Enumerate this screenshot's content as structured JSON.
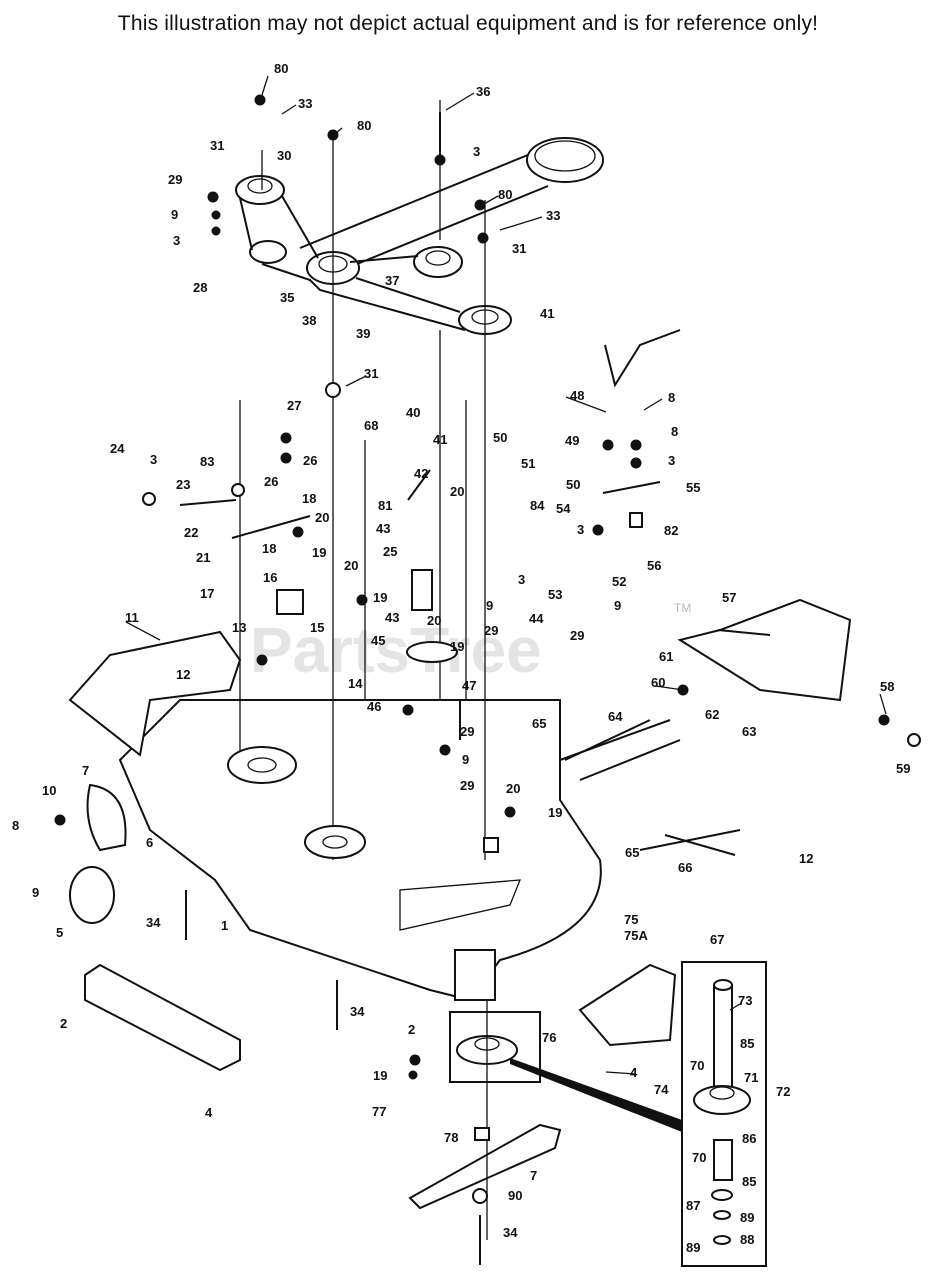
{
  "banner": "This illustration may not depict actual equipment and is for reference only!",
  "watermark": "PartsTree",
  "watermark_tm": "TM",
  "callouts": [
    {
      "id": "c80a",
      "text": "80"
    },
    {
      "id": "c33a",
      "text": "33"
    },
    {
      "id": "c31a",
      "text": "31"
    },
    {
      "id": "c30",
      "text": "30"
    },
    {
      "id": "c80b",
      "text": "80"
    },
    {
      "id": "c36",
      "text": "36"
    },
    {
      "id": "c3a",
      "text": "3"
    },
    {
      "id": "c80c",
      "text": "80"
    },
    {
      "id": "c33b",
      "text": "33"
    },
    {
      "id": "c29a",
      "text": "29"
    },
    {
      "id": "c9a",
      "text": "9"
    },
    {
      "id": "c3b",
      "text": "3"
    },
    {
      "id": "c28",
      "text": "28"
    },
    {
      "id": "c35",
      "text": "35"
    },
    {
      "id": "c38",
      "text": "38"
    },
    {
      "id": "c39",
      "text": "39"
    },
    {
      "id": "c37",
      "text": "37"
    },
    {
      "id": "c31b",
      "text": "31"
    },
    {
      "id": "c41a",
      "text": "41"
    },
    {
      "id": "c31c",
      "text": "31"
    },
    {
      "id": "c68",
      "text": "68"
    },
    {
      "id": "c48",
      "text": "48"
    },
    {
      "id": "c8a",
      "text": "8"
    },
    {
      "id": "c27",
      "text": "27"
    },
    {
      "id": "c40",
      "text": "40"
    },
    {
      "id": "c49",
      "text": "49"
    },
    {
      "id": "c8b",
      "text": "8"
    },
    {
      "id": "c41b",
      "text": "41"
    },
    {
      "id": "c50a",
      "text": "50"
    },
    {
      "id": "c26a",
      "text": "26"
    },
    {
      "id": "c24",
      "text": "24"
    },
    {
      "id": "c3c",
      "text": "3"
    },
    {
      "id": "c83",
      "text": "83"
    },
    {
      "id": "c42",
      "text": "42"
    },
    {
      "id": "c51",
      "text": "51"
    },
    {
      "id": "c3d",
      "text": "3"
    },
    {
      "id": "c23",
      "text": "23"
    },
    {
      "id": "c26b",
      "text": "26"
    },
    {
      "id": "c18a",
      "text": "18"
    },
    {
      "id": "c20a",
      "text": "20"
    },
    {
      "id": "c50b",
      "text": "50"
    },
    {
      "id": "c55",
      "text": "55"
    },
    {
      "id": "c81",
      "text": "81"
    },
    {
      "id": "c84",
      "text": "84"
    },
    {
      "id": "c54",
      "text": "54"
    },
    {
      "id": "c22",
      "text": "22"
    },
    {
      "id": "c20b",
      "text": "20"
    },
    {
      "id": "c3e",
      "text": "3"
    },
    {
      "id": "c82",
      "text": "82"
    },
    {
      "id": "c21",
      "text": "21"
    },
    {
      "id": "c18b",
      "text": "18"
    },
    {
      "id": "c19a",
      "text": "19"
    },
    {
      "id": "c43a",
      "text": "43"
    },
    {
      "id": "c25",
      "text": "25"
    },
    {
      "id": "c56",
      "text": "56"
    },
    {
      "id": "c16",
      "text": "16"
    },
    {
      "id": "c20c",
      "text": "20"
    },
    {
      "id": "c3f",
      "text": "3"
    },
    {
      "id": "c52",
      "text": "52"
    },
    {
      "id": "c17",
      "text": "17"
    },
    {
      "id": "c19b",
      "text": "19"
    },
    {
      "id": "c53",
      "text": "53"
    },
    {
      "id": "c57",
      "text": "57"
    },
    {
      "id": "c9b",
      "text": "9"
    },
    {
      "id": "c9c",
      "text": "9"
    },
    {
      "id": "c20d",
      "text": "20"
    },
    {
      "id": "c43b",
      "text": "43"
    },
    {
      "id": "c44",
      "text": "44"
    },
    {
      "id": "c29b",
      "text": "29"
    },
    {
      "id": "c29c",
      "text": "29"
    },
    {
      "id": "c11",
      "text": "11"
    },
    {
      "id": "c13",
      "text": "13"
    },
    {
      "id": "c15",
      "text": "15"
    },
    {
      "id": "c45",
      "text": "45"
    },
    {
      "id": "c19c",
      "text": "19"
    },
    {
      "id": "c61",
      "text": "61"
    },
    {
      "id": "c60",
      "text": "60"
    },
    {
      "id": "c62",
      "text": "62"
    },
    {
      "id": "c12a",
      "text": "12"
    },
    {
      "id": "c14",
      "text": "14"
    },
    {
      "id": "c47",
      "text": "47"
    },
    {
      "id": "c58",
      "text": "58"
    },
    {
      "id": "c46",
      "text": "46"
    },
    {
      "id": "c65a",
      "text": "65"
    },
    {
      "id": "c64",
      "text": "64"
    },
    {
      "id": "c63",
      "text": "63"
    },
    {
      "id": "c29d",
      "text": "29"
    },
    {
      "id": "c59",
      "text": "59"
    },
    {
      "id": "c9d",
      "text": "9"
    },
    {
      "id": "c29e",
      "text": "29"
    },
    {
      "id": "c7a",
      "text": "7"
    },
    {
      "id": "c10",
      "text": "10"
    },
    {
      "id": "c20e",
      "text": "20"
    },
    {
      "id": "c19d",
      "text": "19"
    },
    {
      "id": "c8c",
      "text": "8"
    },
    {
      "id": "c6",
      "text": "6"
    },
    {
      "id": "c9e",
      "text": "9"
    },
    {
      "id": "c65b",
      "text": "65"
    },
    {
      "id": "c12b",
      "text": "12"
    },
    {
      "id": "c66",
      "text": "66"
    },
    {
      "id": "c5",
      "text": "5"
    },
    {
      "id": "c34a",
      "text": "34"
    },
    {
      "id": "c1",
      "text": "1"
    },
    {
      "id": "c75",
      "text": "75"
    },
    {
      "id": "c75a",
      "text": "75A"
    },
    {
      "id": "c67",
      "text": "67"
    },
    {
      "id": "c73",
      "text": "73"
    },
    {
      "id": "c2a",
      "text": "2"
    },
    {
      "id": "c34b",
      "text": "34"
    },
    {
      "id": "c2b",
      "text": "2"
    },
    {
      "id": "c76",
      "text": "76"
    },
    {
      "id": "c85a",
      "text": "85"
    },
    {
      "id": "c70a",
      "text": "70"
    },
    {
      "id": "c4a",
      "text": "4"
    },
    {
      "id": "c71",
      "text": "71"
    },
    {
      "id": "c19e",
      "text": "19"
    },
    {
      "id": "c74",
      "text": "74"
    },
    {
      "id": "c72",
      "text": "72"
    },
    {
      "id": "c77",
      "text": "77"
    },
    {
      "id": "c4b",
      "text": "4"
    },
    {
      "id": "c86",
      "text": "86"
    },
    {
      "id": "c78",
      "text": "78"
    },
    {
      "id": "c70b",
      "text": "70"
    },
    {
      "id": "c7b",
      "text": "7"
    },
    {
      "id": "c85b",
      "text": "85"
    },
    {
      "id": "c90",
      "text": "90"
    },
    {
      "id": "c87",
      "text": "87"
    },
    {
      "id": "c89a",
      "text": "89"
    },
    {
      "id": "c34c",
      "text": "34"
    },
    {
      "id": "c89b",
      "text": "89"
    },
    {
      "id": "c88",
      "text": "88"
    }
  ]
}
